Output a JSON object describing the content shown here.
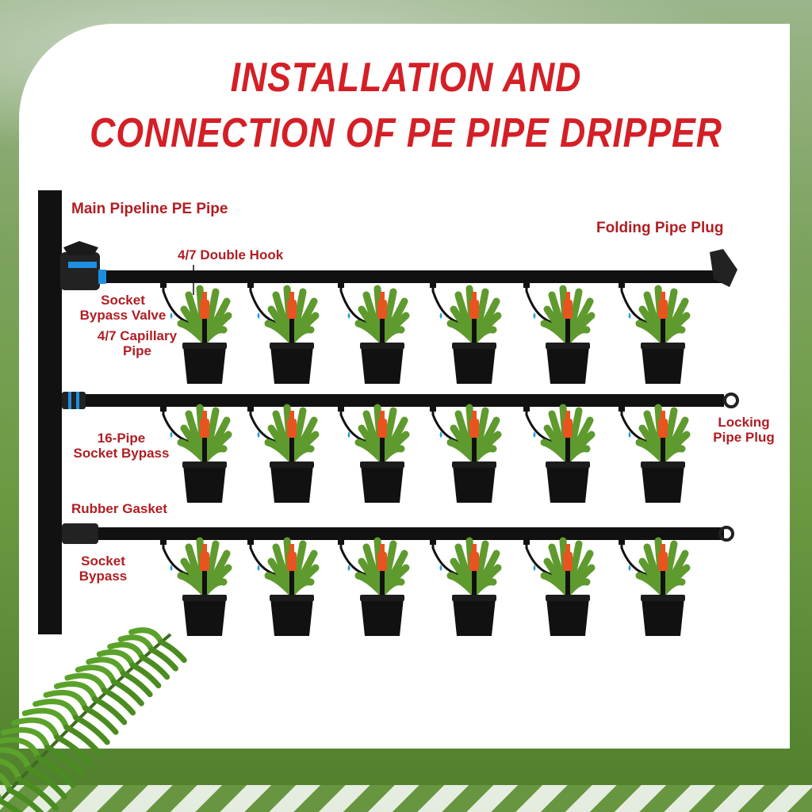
{
  "title": {
    "line1": "INSTALLATION AND",
    "line2": "CONNECTION OF PE PIPE DRIPPER"
  },
  "labels": {
    "main_pipeline": "Main Pipeline PE Pipe",
    "folding_plug": "Folding Pipe Plug",
    "double_hook": "4/7 Double Hook",
    "socket_bypass_valve_1": "Socket",
    "socket_bypass_valve_2": "Bypass Valve",
    "capillary_pipe_1": "4/7 Capillary",
    "capillary_pipe_2": "Pipe",
    "locking_plug_1": "Locking",
    "locking_plug_2": "Pipe Plug",
    "pipe_socket_bypass_1": "16-Pipe",
    "pipe_socket_bypass_2": "Socket Bypass",
    "rubber_gasket": "Rubber Gasket",
    "socket_bypass_1": "Socket",
    "socket_bypass_2": "Bypass"
  },
  "colors": {
    "title_red": "#d41f26",
    "label_red": "#b01e23",
    "pipe_black": "#111111",
    "dripper_orange": "#e8541f",
    "leaf_green": "#5e9a2e",
    "water_blue": "#2a9fd8",
    "gasket_blue": "#1e8fe0"
  },
  "layout_counts": {
    "rows": 3,
    "plants_per_row": 6
  }
}
